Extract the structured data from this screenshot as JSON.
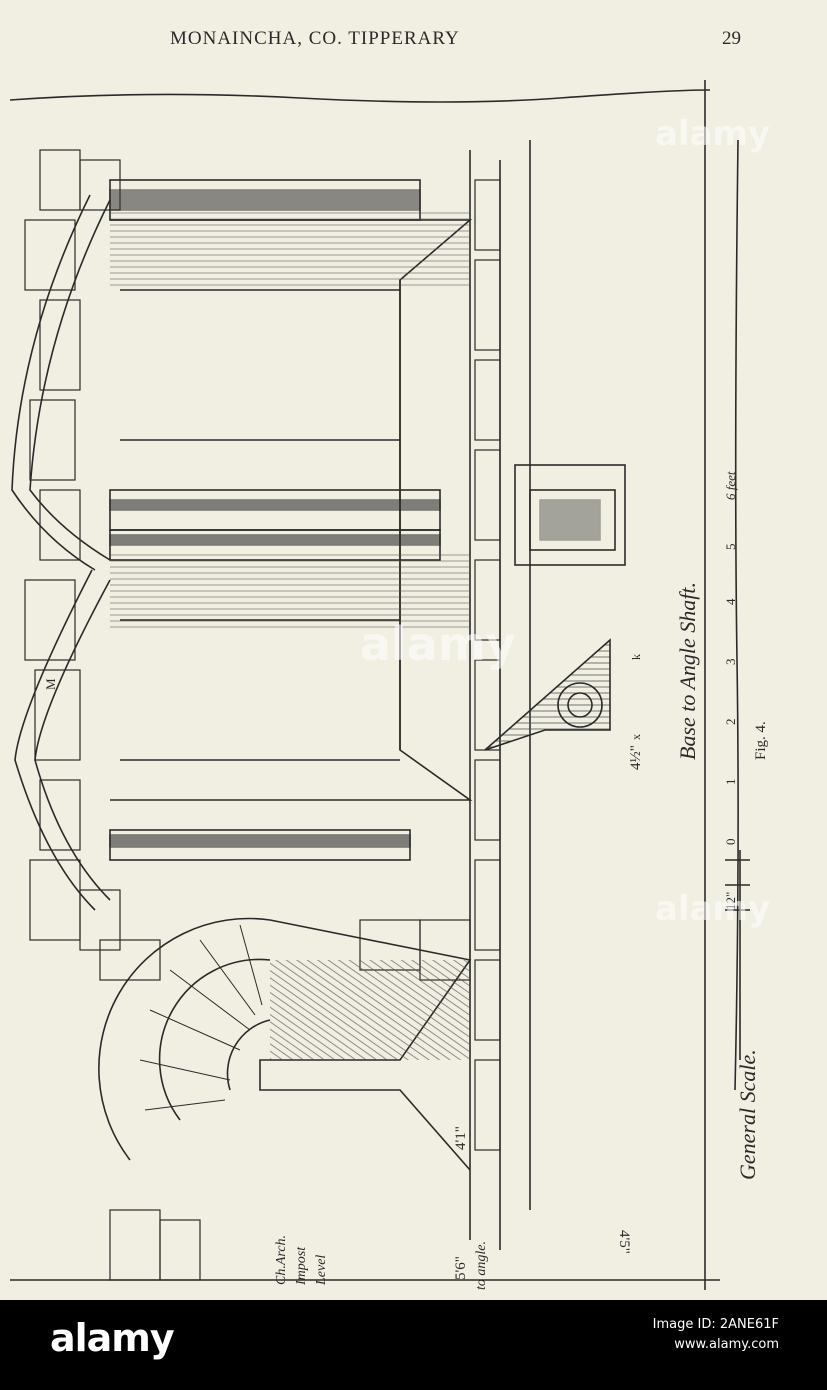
{
  "page": {
    "running_head": "MONAINCHA, CO. TIPPERARY",
    "page_number": "29"
  },
  "drawing": {
    "caption": "Fig. 4.",
    "detail_title": "Base to Angle Shaft.",
    "general_scale_label": "General Scale.",
    "scale_ticks": [
      "12\"",
      "0",
      "1",
      "2",
      "3",
      "4",
      "5",
      "6 feet"
    ],
    "dimension_4_1": "4'1\"",
    "dimension_4_5": "4'5\"",
    "dimension_4_half": "4½\"",
    "dimension_5_6": "5'6\"",
    "to_angle": "to angle.",
    "ch_arch_label": [
      "Ch.Arch.",
      "Impost",
      "Level"
    ],
    "mark_m": "M",
    "mark_k": "k",
    "mark_x": "x"
  },
  "watermark": {
    "text": "alamy",
    "logo": "alamy",
    "url_lines": [
      "Image ID: 2ANE61F",
      "www.alamy.com"
    ]
  },
  "colors": {
    "paper": "#f1efe2",
    "ink": "#2a2a2a",
    "banner": "#000000"
  }
}
